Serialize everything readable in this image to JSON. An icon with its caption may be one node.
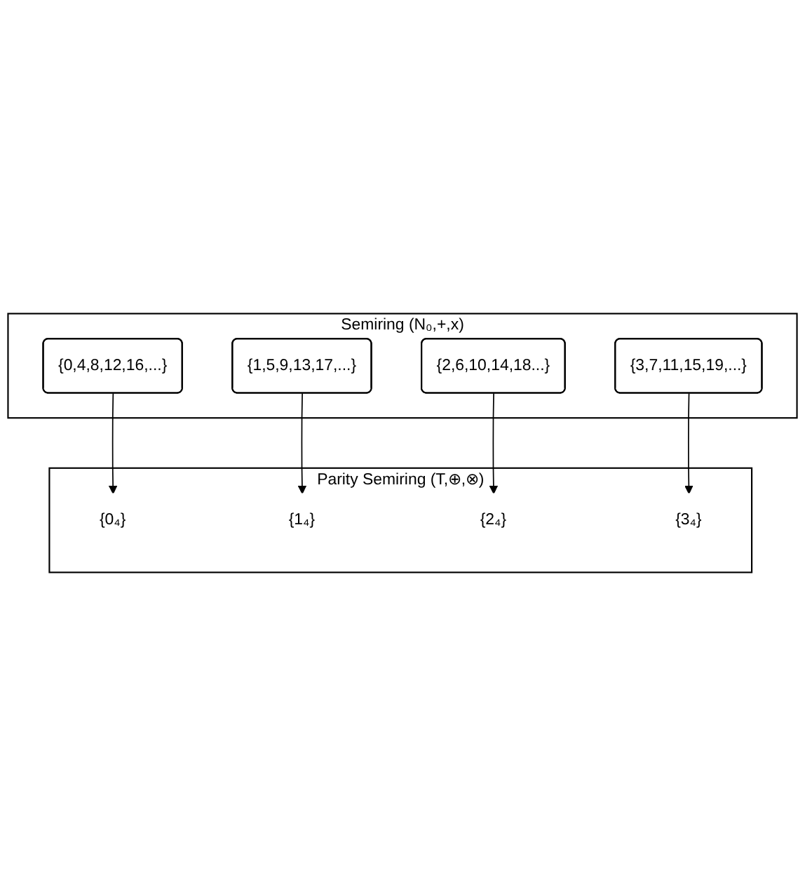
{
  "diagram": {
    "nodes": [
      {
        "text": [
          "Semiring (N₀,+,x)"
        ]
      },
      {
        "text": [
          "{0,4,8,12,16,...}"
        ],
        "in": 0
      },
      {
        "text": [
          "{2,6,10,14,18...}"
        ],
        "in": 0
      },
      {
        "text": [
          "{1,5,9,13,17,...}"
        ],
        "in": 0
      },
      {
        "text": [
          "{3,7,11,15,19,...}"
        ],
        "in": 0
      },
      {
        "text": [
          "Parity Semiring (T,⊕,⊗)"
        ]
      },
      {
        "text": [
          "{0₄}"
        ],
        "in": 5
      },
      {
        "text": [
          "{1₄}"
        ],
        "in": 5
      },
      {
        "text": [
          "{2₄}"
        ],
        "in": 5
      },
      {
        "text": [
          "{3₄}"
        ],
        "in": 5
      }
    ],
    "edges": [
      {
        "from": 1,
        "to": 6,
        "arrow": "to"
      },
      {
        "from": 3,
        "to": 7,
        "arrow": "to"
      },
      {
        "from": 2,
        "to": 8,
        "arrow": "to"
      },
      {
        "from": 4,
        "to": 9,
        "arrow": "to"
      }
    ]
  }
}
